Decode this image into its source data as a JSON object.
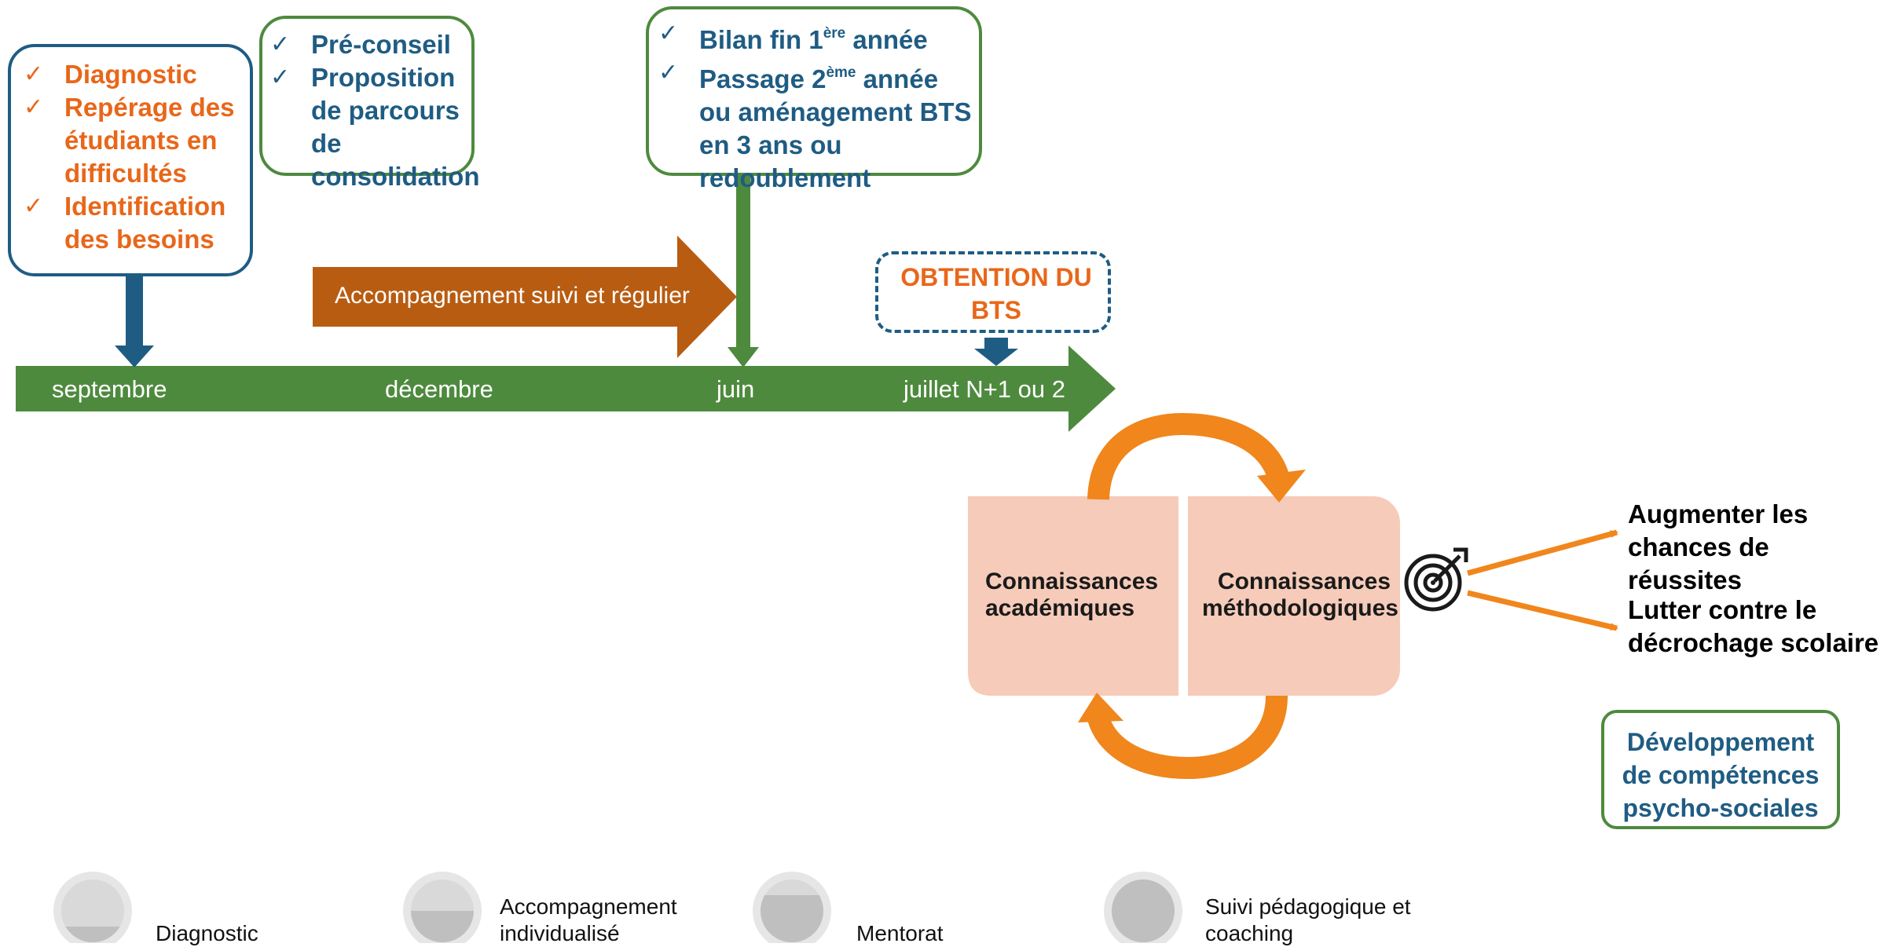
{
  "colors": {
    "timeline_green": "#4e8a3e",
    "blue": "#1f5c83",
    "orange": "#e8671a",
    "rust": "#b85c12",
    "arrow_orange": "#f0861c",
    "panel_pink": "#f6cbb9",
    "legend_grey": "#bfbfbf"
  },
  "box_diagnostic": {
    "items": [
      "Diagnostic",
      "Repérage des étudiants en difficultés",
      "Identification des besoins"
    ],
    "check_icon": "check-icon"
  },
  "box_preconseil": {
    "items": [
      "Pré-conseil",
      "Proposition de parcours de consolidation"
    ]
  },
  "box_bilan": {
    "item1_main": "Bilan fin 1",
    "item1_sup": "ère",
    "item1_end": " année",
    "item2_main": "Passage 2",
    "item2_sup": "ème",
    "item2_end": " année ou aménagement BTS en 3 ans ou redoublement"
  },
  "box_obtention": {
    "text": "OBTENTION DU BTS"
  },
  "accompagnement_arrow": {
    "label": "Accompagnement suivi et régulier"
  },
  "timeline": {
    "labels": [
      "septembre",
      "décembre",
      "juin",
      "juillet N+1 ou 2"
    ]
  },
  "knowledge": {
    "left": "Connaissances académiques",
    "right": "Connaissances méthodologiques",
    "cycle_icon": "circular-arrows-icon",
    "target_icon": "target-icon"
  },
  "outcomes": [
    "Augmenter les chances de réussites",
    "Lutter contre le décrochage scolaire"
  ],
  "competences_box": {
    "text": "Développement de compétences psycho-sociales"
  },
  "legend": [
    {
      "label": "Diagnostic",
      "fill_fraction": 0.25
    },
    {
      "label": "Accompagnement individualisé",
      "fill_fraction": 0.5
    },
    {
      "label": "Mentorat",
      "fill_fraction": 0.75
    },
    {
      "label": "Suivi pédagogique et coaching",
      "fill_fraction": 1.0
    }
  ]
}
